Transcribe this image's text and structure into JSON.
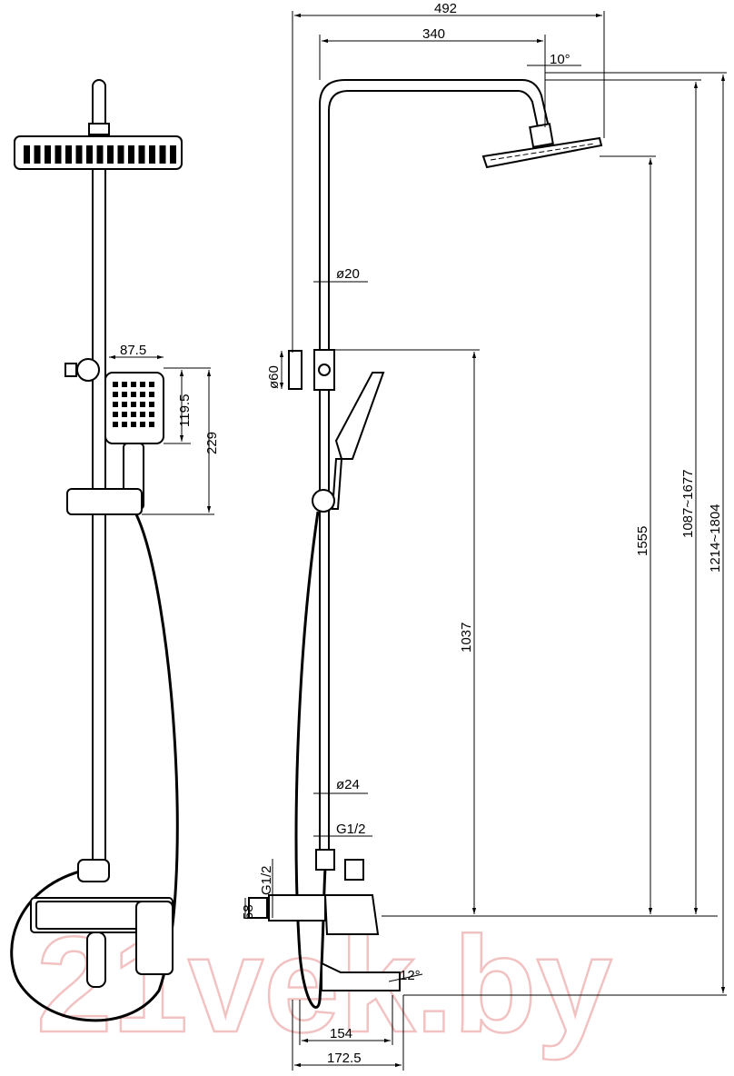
{
  "dimensions": {
    "front": {
      "handshower_width": "87.5",
      "handshower_head_height": "119.5",
      "handshower_height": "229"
    },
    "side": {
      "overall_width": "492",
      "arm_length": "340",
      "head_tilt": "10°",
      "pipe_diameter_upper": "ø20",
      "slider_diameter": "ø60",
      "pipe_diameter_lower": "ø24",
      "thread_top": "G1/2",
      "thread_side": "G1/2",
      "connector_height": "58",
      "spout_angle": "12°",
      "spout_reach": "154",
      "mixer_depth": "172.5",
      "slider_height": "1037",
      "head_height": "1555",
      "adjustable_range": "1087~1677",
      "total_height_range": "1214~1804"
    }
  },
  "watermark": "21vek.by"
}
